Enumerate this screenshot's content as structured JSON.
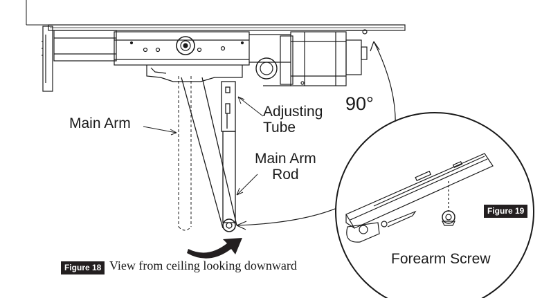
{
  "labels": {
    "main_arm": "Main Arm",
    "adjusting_tube": "Adjusting\nTube",
    "main_arm_rod": "Main Arm\nRod",
    "angle": "90°",
    "forearm_screw": "Forearm Screw"
  },
  "figures": {
    "fig18_badge": "Figure 18",
    "fig18_caption": "View from ceiling looking downward",
    "fig19_badge": "Figure 19"
  },
  "colors": {
    "ink": "#1a1a1a",
    "badge_bg": "#231f20",
    "badge_text": "#ffffff"
  }
}
